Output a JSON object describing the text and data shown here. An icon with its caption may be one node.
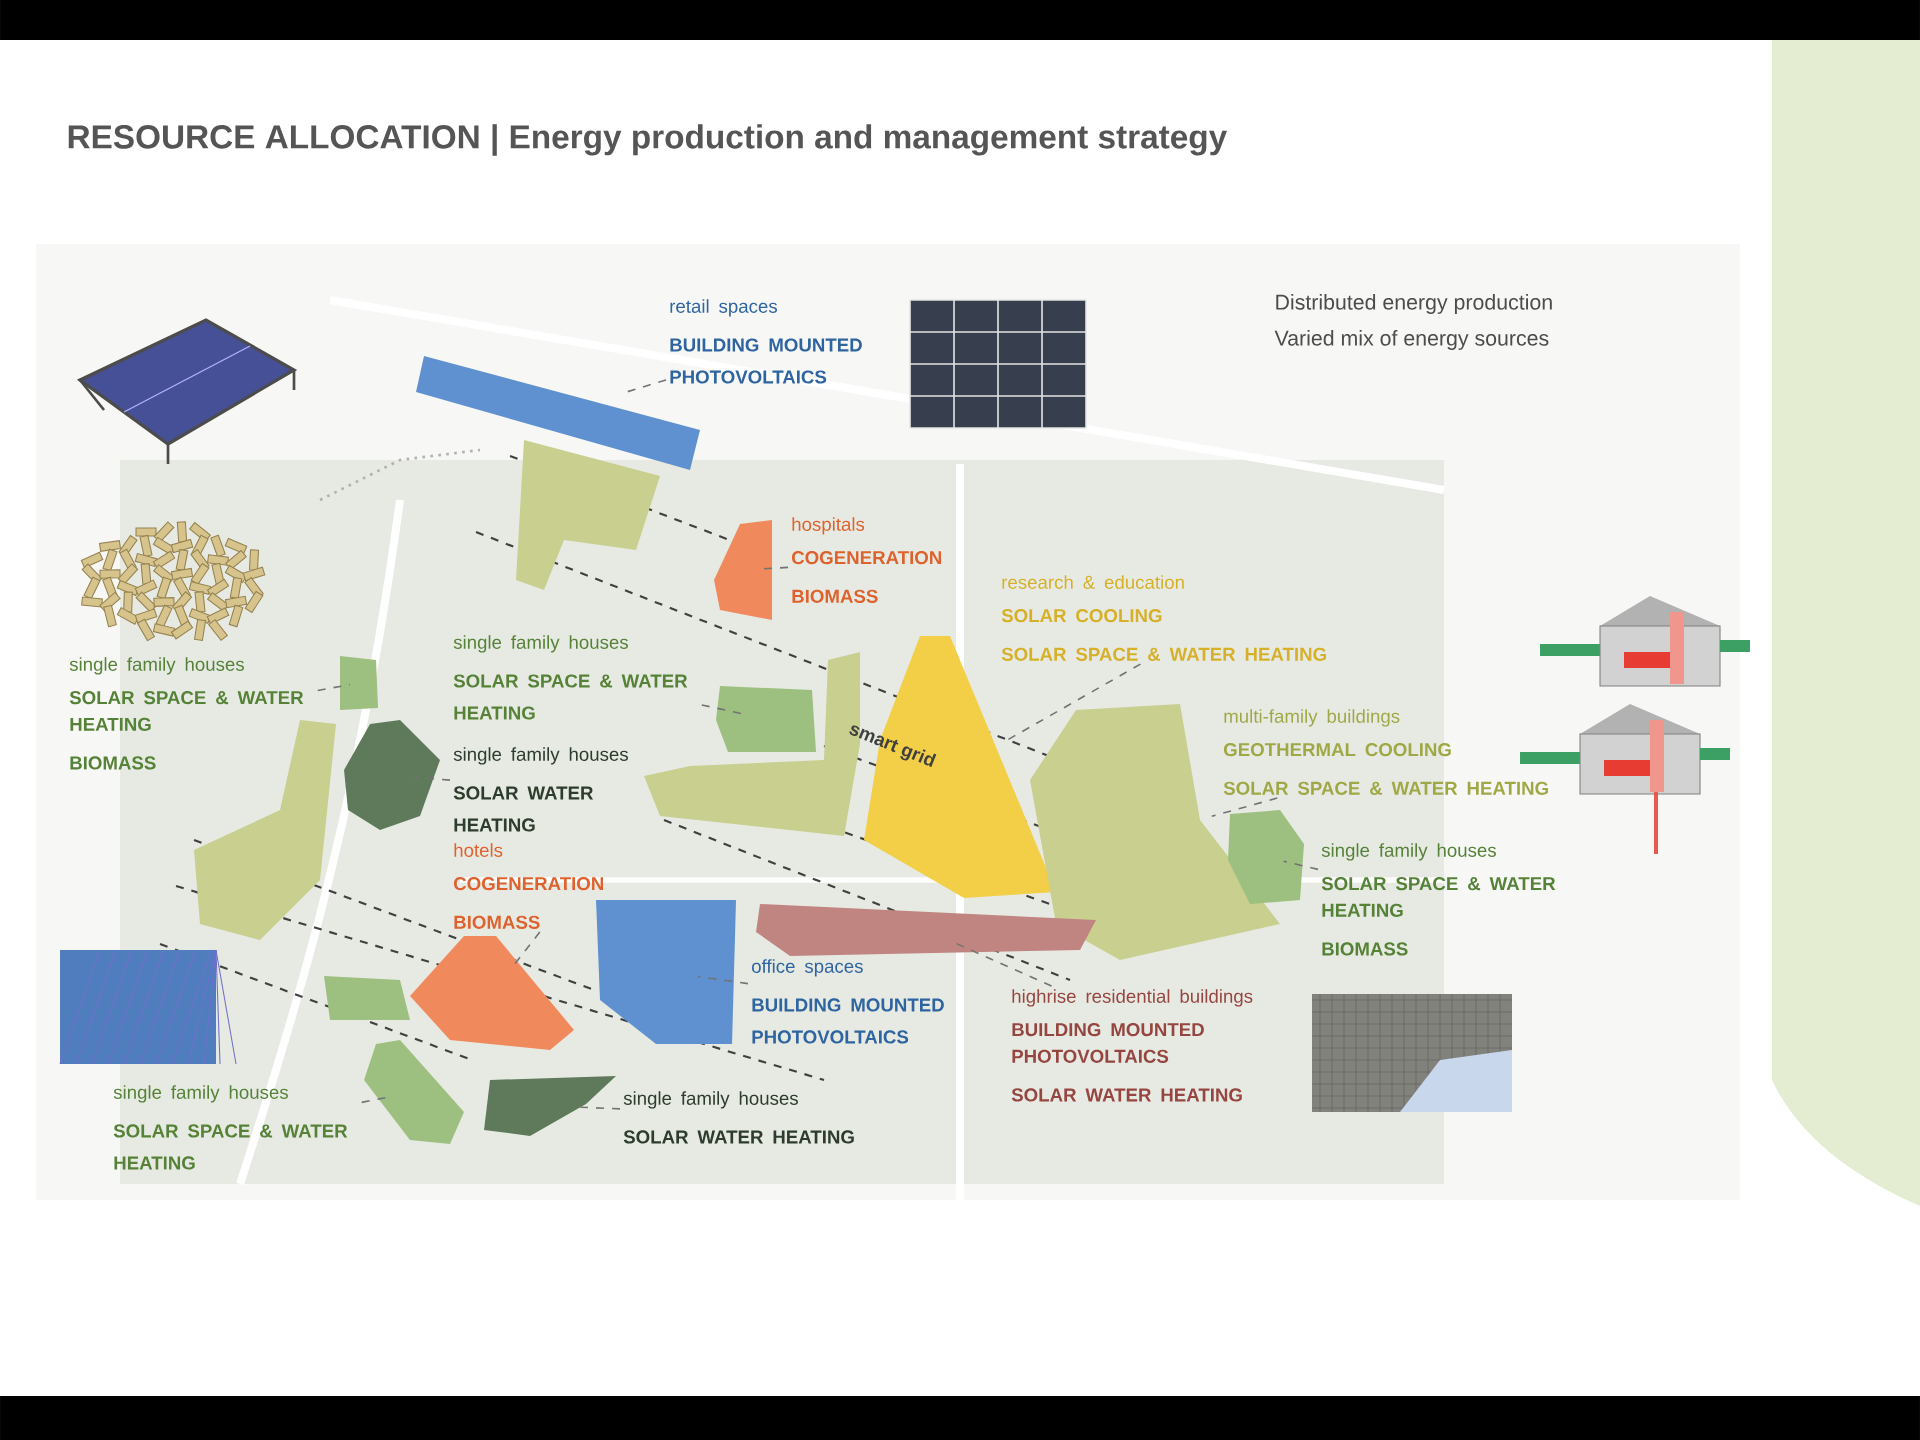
{
  "diagram": {
    "title": "RESOURCE ALLOCATION | Energy production and management strategy",
    "nodes": [
      {
        "text": [
          "retail spaces",
          "BUILDING MOUNTED PHOTOVOLTAICS"
        ]
      },
      {
        "text": [
          "hospitals",
          "COGENERATION",
          "BIOMASS"
        ]
      },
      {
        "text": [
          "research & education",
          "SOLAR COOLING",
          "SOLAR SPACE & WATER HEATING"
        ]
      },
      {
        "text": [
          "single family houses",
          "SOLAR SPACE & WATER HEATING",
          "BIOMASS"
        ]
      },
      {
        "text": [
          "single family houses",
          "SOLAR SPACE & WATER HEATING"
        ]
      },
      {
        "text": [
          "single family houses",
          "SOLAR WATER HEATING"
        ]
      },
      {
        "text": [
          "multi-family buildings",
          "GEOTHERMAL COOLING",
          "SOLAR SPACE & WATER HEATING"
        ]
      },
      {
        "text": [
          "hotels",
          "COGENERATION",
          "BIOMASS"
        ]
      },
      {
        "text": [
          "single family houses",
          "SOLAR SPACE & WATER HEATING",
          "BIOMASS"
        ]
      },
      {
        "text": [
          "office spaces",
          "BUILDING MOUNTED PHOTOVOLTAICS"
        ]
      },
      {
        "text": [
          "highrise residential buildings",
          "BUILDING MOUNTED PHOTOVOLTAICS",
          "SOLAR WATER HEATING"
        ]
      },
      {
        "text": [
          "single family houses",
          "SOLAR SPACE & WATER HEATING"
        ]
      },
      {
        "text": [
          "single family houses",
          "SOLAR WATER HEATING"
        ]
      },
      {
        "text": [],
        "shape": "polygon"
      },
      {
        "text": [],
        "shape": "polygon"
      },
      {
        "text": [],
        "shape": "polygon"
      },
      {
        "text": [],
        "shape": "polygon"
      },
      {
        "text": [],
        "shape": "polygon"
      },
      {
        "text": [],
        "shape": "polygon"
      },
      {
        "text": [],
        "shape": "polygon"
      },
      {
        "text": [],
        "shape": "polygon"
      },
      {
        "text": [],
        "shape": "polygon"
      },
      {
        "text": [],
        "shape": "polygon"
      },
      {
        "text": [],
        "shape": "polygon"
      },
      {
        "text": [],
        "shape": "polygon"
      },
      {
        "text": [],
        "shape": "polygon"
      },
      {
        "text": [],
        "shape": "polygon"
      },
      {
        "text": [],
        "shape": "polygon"
      },
      {
        "text": [],
        "shape": "polygon"
      },
      {
        "text": [],
        "shape": "polygon"
      }
    ],
    "edges": [
      {
        "from": 0,
        "to": 13,
        "arrow": "none",
        "style": "dashed"
      },
      {
        "from": 1,
        "to": 14,
        "arrow": "none",
        "style": "dashed"
      },
      {
        "from": 2,
        "to": 15,
        "arrow": "none",
        "style": "dashed"
      },
      {
        "from": 3,
        "to": 16,
        "arrow": "none",
        "style": "dashed"
      },
      {
        "from": 4,
        "to": 17,
        "arrow": "none",
        "style": "dashed"
      },
      {
        "from": 5,
        "to": 18,
        "arrow": "none",
        "style": "dashed"
      },
      {
        "from": 6,
        "to": 19,
        "arrow": "none",
        "style": "dashed"
      },
      {
        "from": 7,
        "to": 20,
        "arrow": "none",
        "style": "dashed"
      },
      {
        "from": 8,
        "to": 21,
        "arrow": "none",
        "style": "dashed"
      },
      {
        "from": 9,
        "to": 22,
        "arrow": "none",
        "style": "dashed"
      },
      {
        "from": 10,
        "to": 23,
        "arrow": "none",
        "style": "dashed"
      },
      {
        "from": 11,
        "to": 24,
        "arrow": "none",
        "style": "dashed"
      },
      {
        "from": 12,
        "to": 25,
        "arrow": "none",
        "style": "dashed"
      }
    ],
    "labels": [
      "Distributed energy production",
      "Varied mix of energy sources",
      "smart grid"
    ]
  }
}
